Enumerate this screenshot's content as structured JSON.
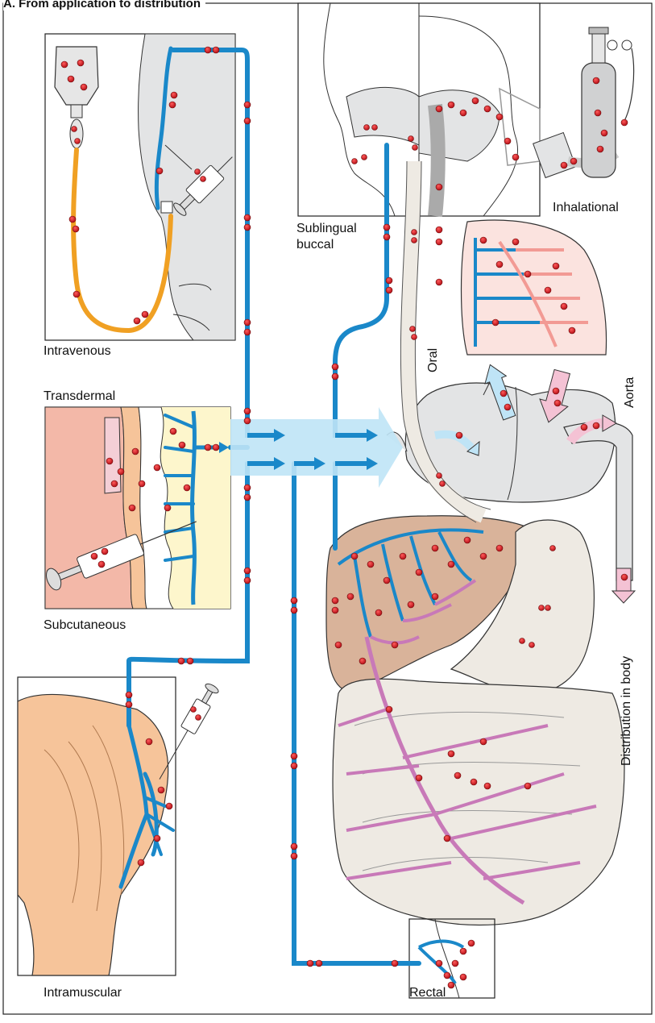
{
  "title": "A. From application to distribution",
  "labels": {
    "intravenous": "Intravenous",
    "transdermal": "Transdermal",
    "subcutaneous": "Subcutaneous",
    "intramuscular": "Intramuscular",
    "sublingual": "Sublingual",
    "buccal": "buccal",
    "inhalational": "Inhalational",
    "oral": "Oral",
    "aorta": "Aorta",
    "distribution": "Distribution in body",
    "rectal": "Rectal"
  },
  "colors": {
    "vessel_blue": "#1a88c9",
    "drug_dot": "#d21c24",
    "iv_tube": "#f0a023",
    "skin_gray": "#e2e3e4",
    "muscle_peach": "#f6c49a",
    "liver_brown": "#d9b39a",
    "lung_pink": "#fbe3df",
    "gut_beige": "#eeeae3",
    "portal_purple": "#c879b8",
    "flow_arrow_lightblue": "#bfe4f6",
    "arterial_pink": "#f4c2d4"
  }
}
